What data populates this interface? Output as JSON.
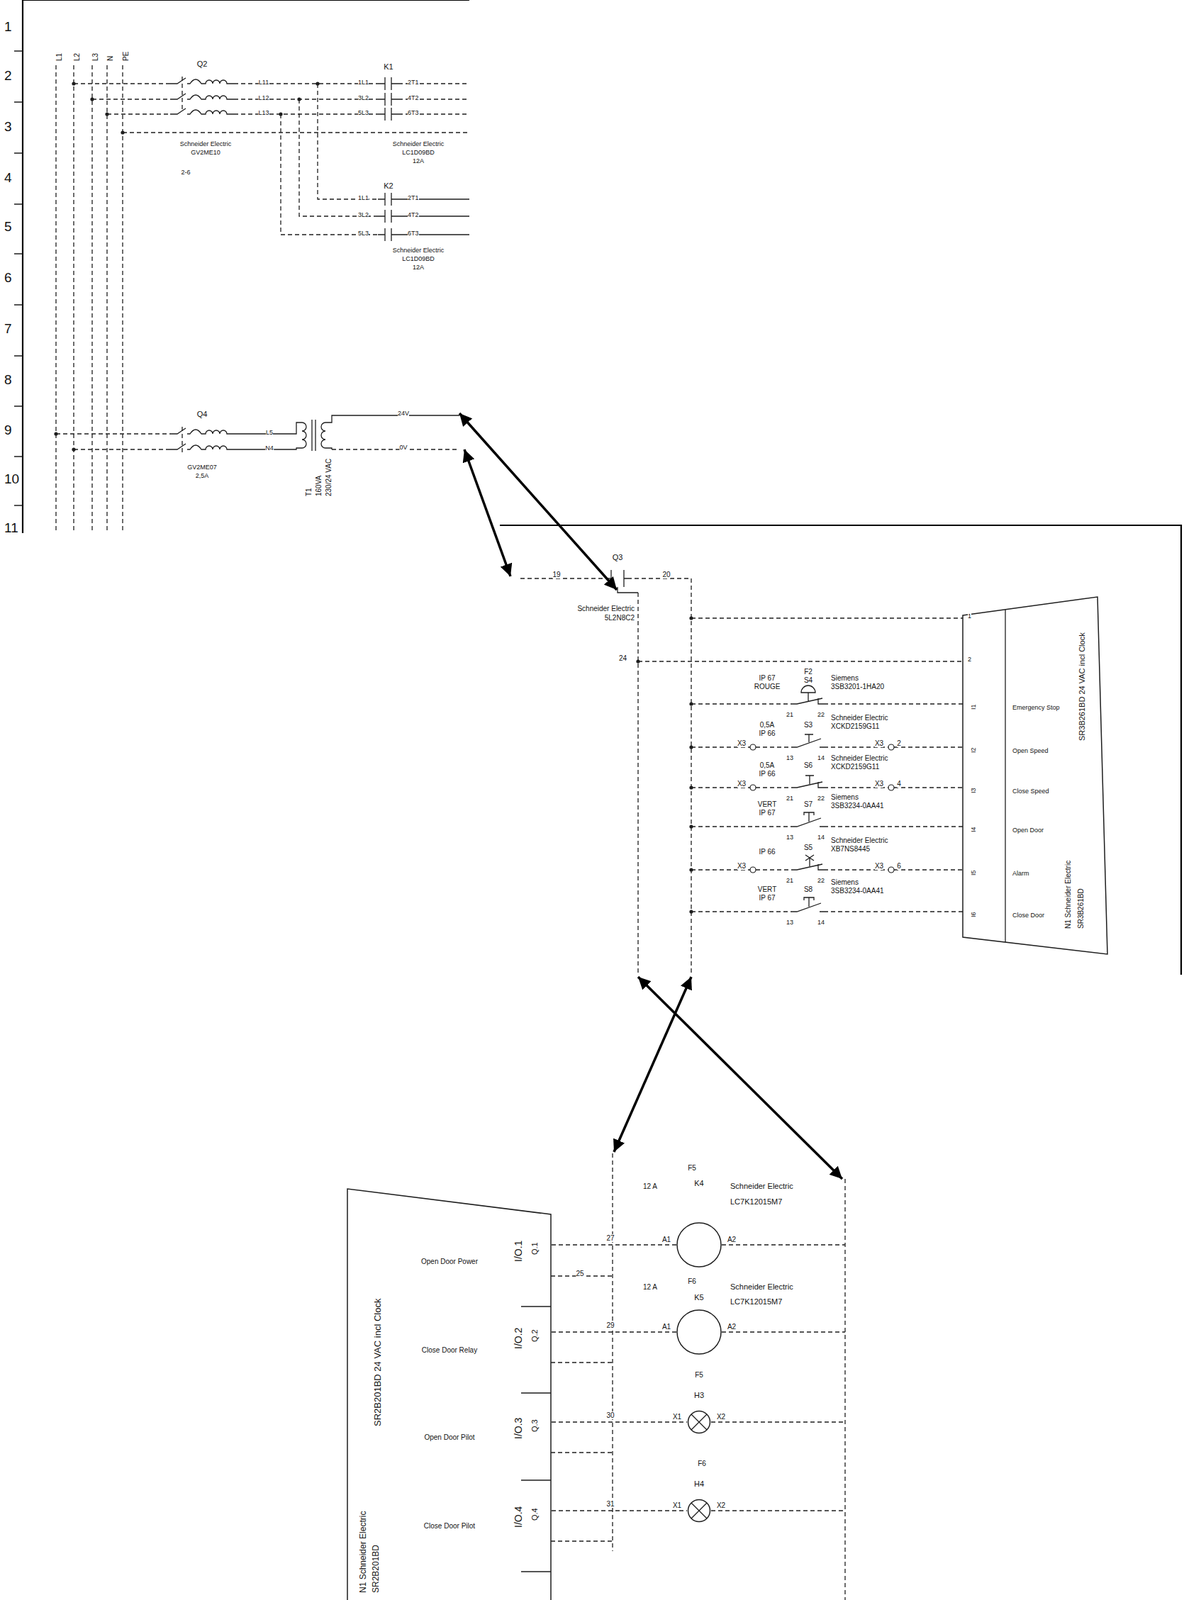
{
  "diagram": {
    "nodes": [
      {
        "text": [
          "SR3B261BD 24 VAC incl Clock",
          "N1 Schneider Electric SR3B261BD"
        ]
      },
      {
        "text": [
          "SR2B201BD 24 VAC incl Clock",
          "N1 Schneider Electric SR2B201BD"
        ]
      },
      {
        "text": [
          "K4"
        ]
      },
      {
        "text": [
          "K5"
        ]
      },
      {
        "text": [
          "H3"
        ]
      },
      {
        "text": [
          "H4"
        ]
      }
    ],
    "edges": [
      {
        "from": 1,
        "to": 2,
        "label": "27",
        "arrow": "none"
      },
      {
        "from": 1,
        "to": 3,
        "label": "29",
        "arrow": "none"
      },
      {
        "from": 1,
        "to": 4,
        "label": "30",
        "arrow": "none"
      },
      {
        "from": 1,
        "to": 5,
        "label": "31",
        "arrow": "none"
      }
    ],
    "labels": [
      "1",
      "2",
      "3",
      "4",
      "5",
      "6",
      "7",
      "8",
      "9",
      "10",
      "11",
      "L1",
      "L2",
      "L3",
      "N",
      "PE",
      "Q2",
      "L11",
      "L12",
      "L13",
      "1L1",
      "3L2",
      "5L3",
      "2T1",
      "4T2",
      "6T3",
      "K1",
      "Schneider Electric",
      "LC1D09BD",
      "12A",
      "Schneider Electric",
      "GV2ME10",
      "2-6",
      "K2",
      "1L1",
      "3L2",
      "5L3",
      "2T1",
      "4T2",
      "6T3",
      "Schneider Electric",
      "LC1D09BD",
      "12A",
      "Q4",
      "L5",
      "N4",
      "GV2ME07",
      "2,5A",
      "24V",
      "0V",
      "T1",
      "160VA",
      "230/24 VAC",
      "Q3",
      "19",
      "20",
      "Schneider Electric",
      "5L2N8C2",
      "24",
      "1",
      "2",
      "F2",
      "S4",
      "IP 67",
      "ROUGE",
      "Siemens",
      "3SB3201-1HA20",
      "21",
      "22",
      "X3",
      "0,5A",
      "IP 66",
      "S3",
      "Schneider Electric",
      "XCKD2159G11",
      "13",
      "14",
      "X3",
      "2",
      "X3",
      "0,5A",
      "IP 66",
      "S6",
      "Schneider Electric",
      "XCKD2159G11",
      "21",
      "22",
      "X3",
      "4",
      "VERT",
      "IP 67",
      "S7",
      "Siemens",
      "3SB3234-0AA41",
      "13",
      "14",
      "X3",
      "IP 66",
      "S5",
      "Schneider Electric",
      "XB7NS8445",
      "21",
      "22",
      "X3",
      "6",
      "VERT",
      "IP 67",
      "S8",
      "Siemens",
      "3SB3234-0AA41",
      "13",
      "14",
      "I1",
      "I2",
      "I3",
      "I4",
      "I5",
      "I6",
      "Emergency Stop",
      "Open Speed",
      "Close Speed",
      "Open Door",
      "Alarm",
      "Close Door",
      "12 A",
      "F5",
      "Schneider Electric",
      "LC7K12015M7",
      "A1",
      "A2",
      "25",
      "12 A",
      "F6",
      "Schneider Electric",
      "LC7K12015M7",
      "A1",
      "A2",
      "F5",
      "X1",
      "X2",
      "F6",
      "X1",
      "X2",
      "Open Door Power",
      "Close Door Relay",
      "Open Door Pilot",
      "Close Door Pilot",
      "I/O.1",
      "I/O.2",
      "I/O.3",
      "I/O.4",
      "Q.1",
      "Q.2",
      "Q.3",
      "Q.4"
    ]
  }
}
